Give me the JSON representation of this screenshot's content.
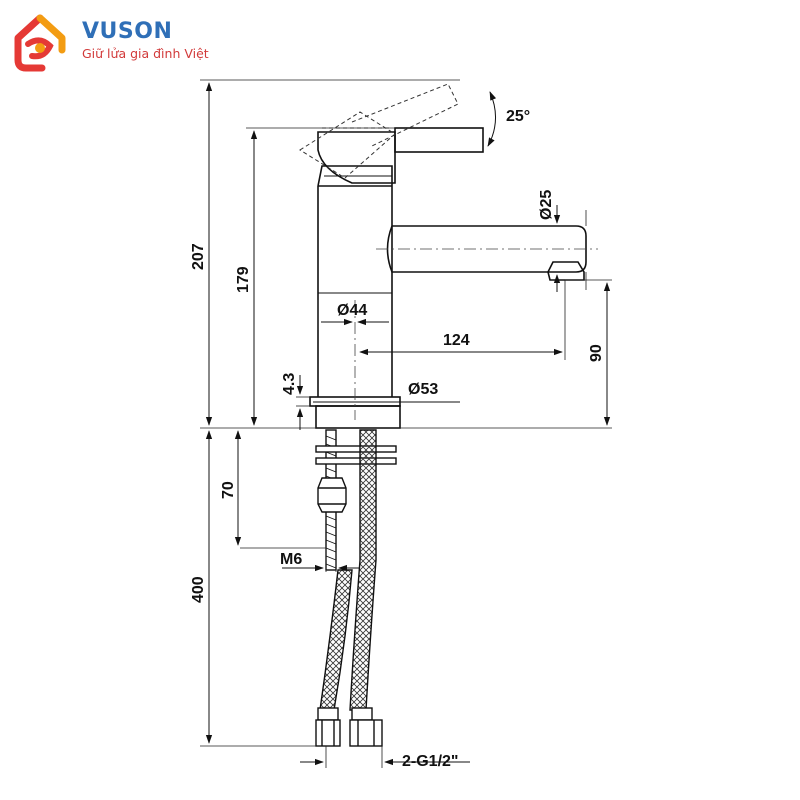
{
  "brand": {
    "name": "VUSON",
    "tagline": "Giữ lửa gia đình Việt",
    "colors": {
      "blue": "#2f6fb7",
      "red": "#e53935",
      "orange": "#f39c12"
    }
  },
  "dimensions": {
    "angle": "25°",
    "spout_dia": "Ø25",
    "total_height": "207",
    "body_height": "179",
    "body_dia": "Ø44",
    "reach": "124",
    "spout_height": "90",
    "base_thickness": "4.3",
    "base_dia": "Ø53",
    "stud_length": "70",
    "thread": "M6",
    "hose_length": "400",
    "connection": "2-G1/2\""
  }
}
